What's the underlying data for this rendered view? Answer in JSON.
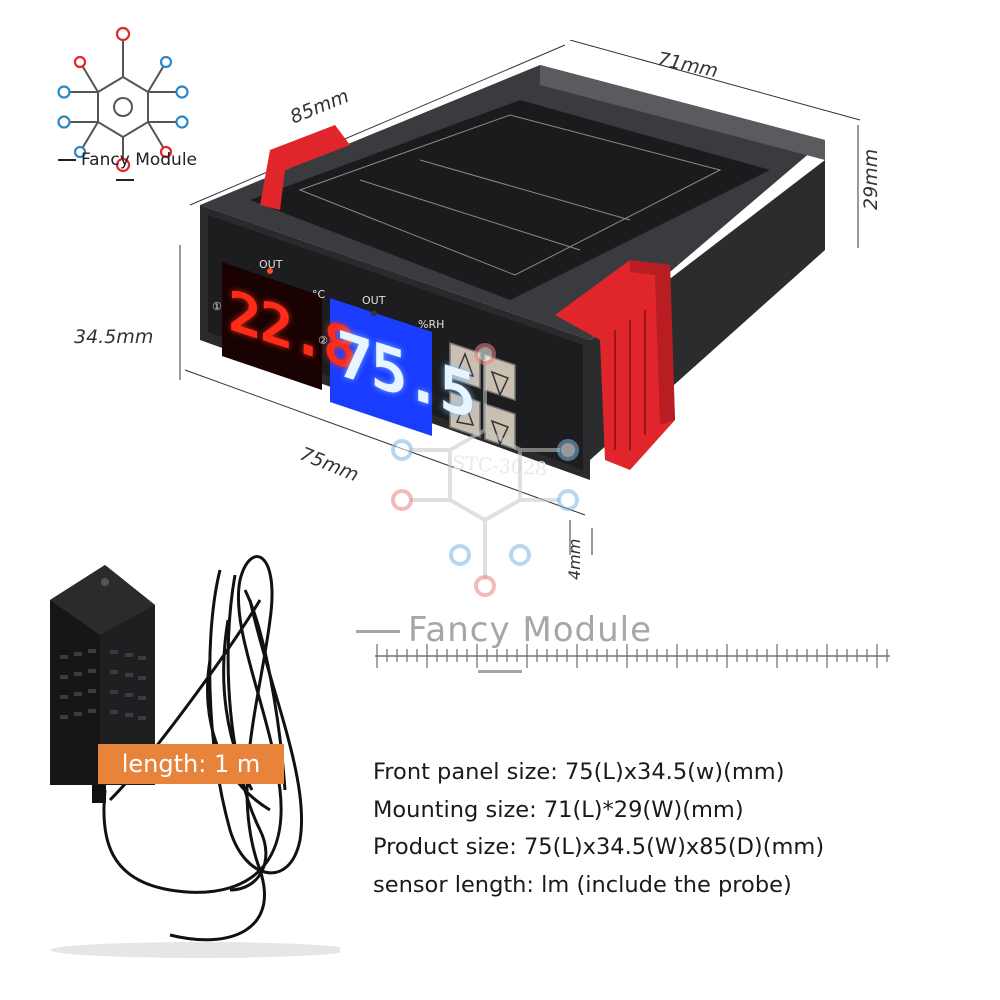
{
  "logo": {
    "brand": "Fancy Module"
  },
  "dimensions": {
    "depth": "85mm",
    "mount_width": "71mm",
    "mount_height": "29mm",
    "front_height": "34.5mm",
    "front_length": "75mm",
    "bezel": "4mm"
  },
  "device": {
    "model": "STC-3028",
    "temperature_display": "22.8",
    "humidity_display": "75.5",
    "temp_unit": "°C",
    "humidity_unit": "%RH",
    "out_label": "OUT",
    "channel_1": "①",
    "channel_2": "②",
    "colors": {
      "temp_display": "#ff2a18",
      "humidity_display": "#1a3cff",
      "clip": "#e0262b",
      "body": "#2a2a2c"
    }
  },
  "watermark": {
    "text": "Fancy Module"
  },
  "sensor": {
    "length_label": "length: 1 m"
  },
  "specs": {
    "front_panel": "Front panel size: 75(L)x34.5(w)(mm)",
    "mounting": "Mounting size: 71(L)*29(W)(mm)",
    "product": "Product size: 75(L)x34.5(W)x85(D)(mm)",
    "sensor_length": "sensor length: lm (include the probe)"
  }
}
